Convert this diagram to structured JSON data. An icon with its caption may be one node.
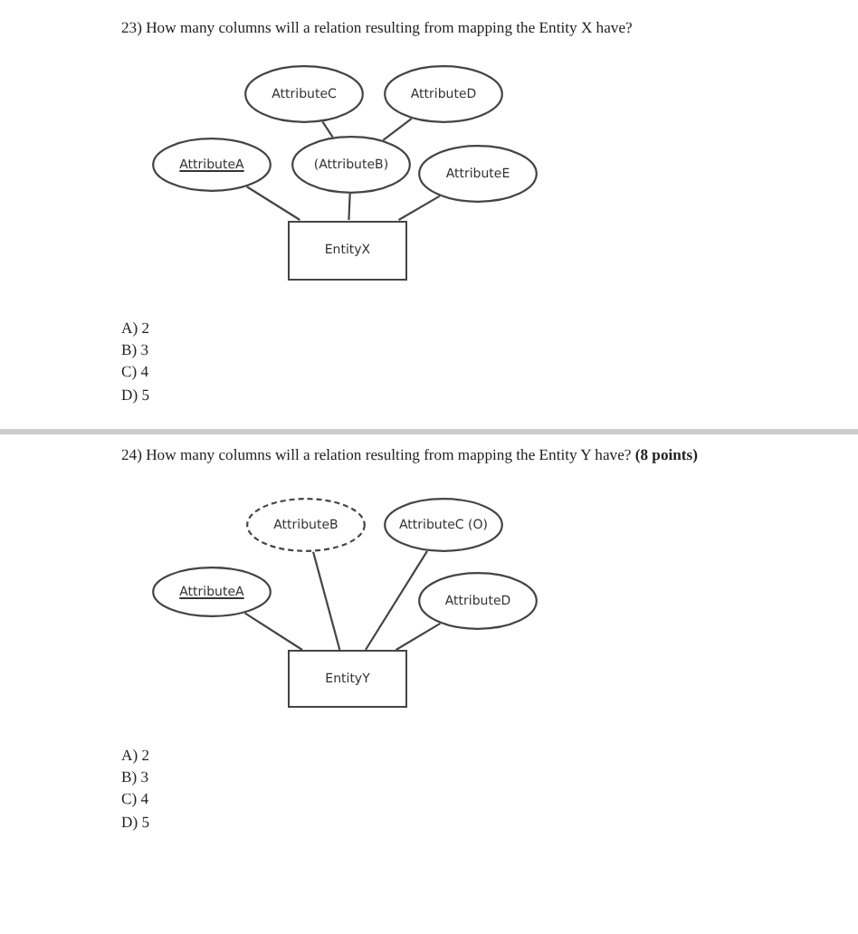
{
  "diagram": {
    "nodes": [
      {
        "text": [
          "AttributeC"
        ]
      },
      {
        "text": [
          "AttributeD"
        ]
      },
      {
        "text": [
          "AttributeA"
        ]
      },
      {
        "text": [
          "(AttributeB)"
        ]
      },
      {
        "text": [
          "AttributeE"
        ]
      },
      {
        "text": [
          "EntityX"
        ]
      },
      {
        "text": [
          "AttributeB"
        ]
      },
      {
        "text": [
          "AttributeC (O)"
        ]
      },
      {
        "text": [
          "AttributeA"
        ]
      },
      {
        "text": [
          "AttributeD"
        ]
      },
      {
        "text": [
          "EntityY"
        ]
      }
    ],
    "edges": [
      {
        "from": 0,
        "to": 3,
        "arrow": "none"
      },
      {
        "from": 1,
        "to": 3,
        "arrow": "none"
      },
      {
        "from": 2,
        "to": 5,
        "arrow": "none"
      },
      {
        "from": 3,
        "to": 5,
        "arrow": "none"
      },
      {
        "from": 4,
        "to": 5,
        "arrow": "none"
      },
      {
        "from": 8,
        "to": 10,
        "arrow": "none"
      },
      {
        "from": 6,
        "to": 10,
        "arrow": "none"
      },
      {
        "from": 7,
        "to": 10,
        "arrow": "none"
      },
      {
        "from": 9,
        "to": 10,
        "arrow": "none"
      }
    ],
    "labels": [
      "23) How many columns will a relation resulting from mapping the Entity X have?",
      "A) 2",
      "B) 3",
      "C) 4",
      "D) 5",
      "24) How many columns will a relation resulting from mapping the Entity Y have? **(8 points)**",
      "A) 2",
      "B) 3",
      "C) 4",
      "D) 5"
    ]
  }
}
